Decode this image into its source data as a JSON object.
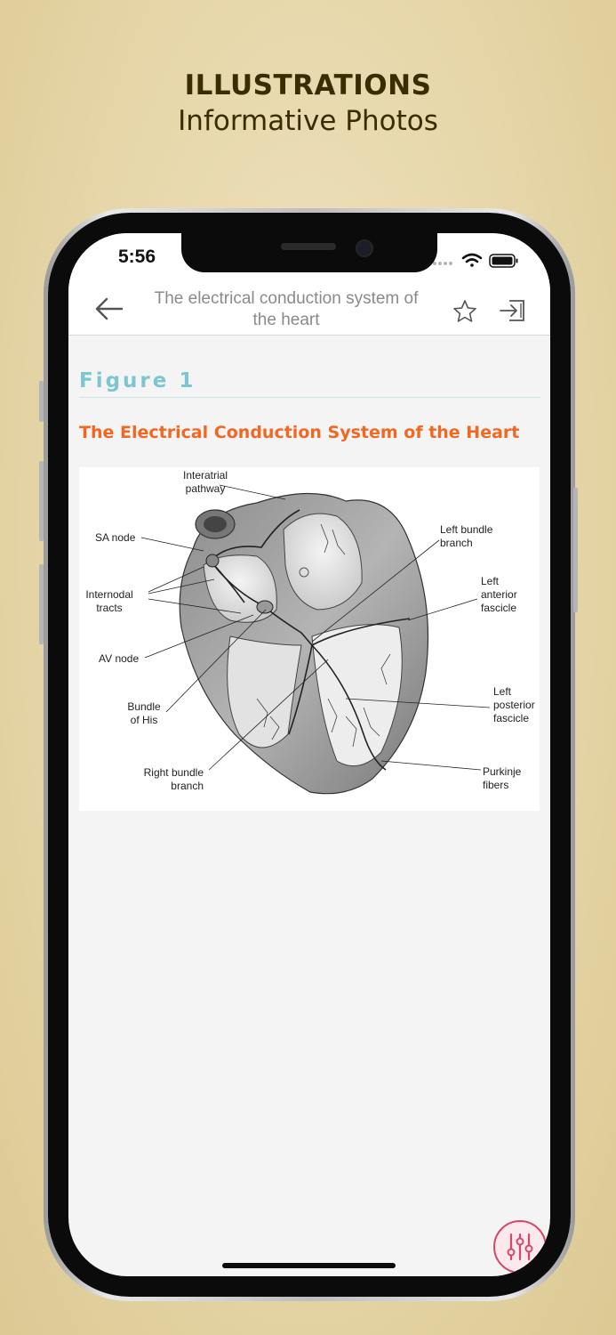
{
  "promo": {
    "title": "ILLUSTRATIONS",
    "subtitle": "Informative Photos"
  },
  "status_bar": {
    "time": "5:56"
  },
  "nav": {
    "title": "The electrical conduction system of the heart"
  },
  "figure": {
    "label": "Figure 1",
    "heading": "The Electrical Conduction System of the Heart",
    "labels": {
      "interatrial": "Interatrial pathway",
      "sa_node": "SA node",
      "internodal": "Internodal tracts",
      "av_node": "AV node",
      "bundle_his": "Bundle of His",
      "right_bundle": "Right bundle branch",
      "left_bundle": "Left bundle branch",
      "left_anterior": "Left anterior fascicle",
      "left_posterior": "Left posterior fascicle",
      "purkinje": "Purkinje fibers"
    }
  },
  "colors": {
    "figure_label": "#7cc6d0",
    "heading": "#f26722",
    "fab": "#d5486a",
    "promo_text": "#3a2d05"
  },
  "icons": [
    "back-arrow-icon",
    "star-icon",
    "exit-icon",
    "sliders-icon",
    "wifi-icon",
    "battery-icon",
    "signal-icon"
  ]
}
